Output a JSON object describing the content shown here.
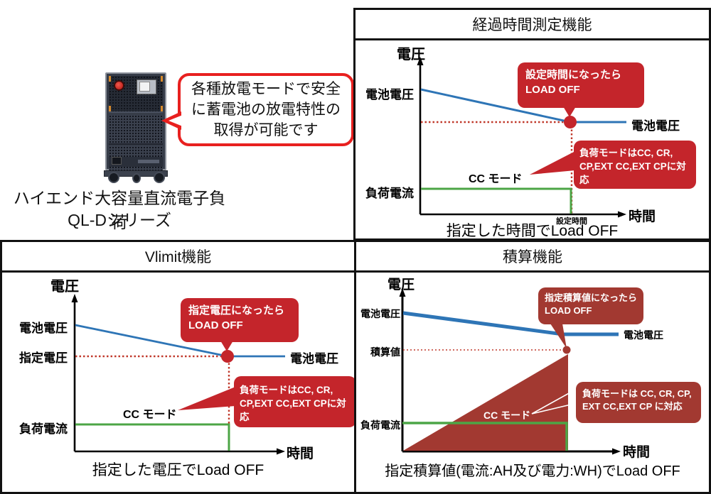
{
  "colors": {
    "bright_red": "#c4252b",
    "brick_red": "#a23931",
    "blue_line": "#2e75b6",
    "green_line": "#4ca546",
    "dotted_red": "#c0392b",
    "bubble_border_red": "#e8201f",
    "panel_border": "#111111"
  },
  "product": {
    "bubble": [
      "各種放電モードで安全",
      "に蓄電池の放電特性の",
      "取得が可能です"
    ],
    "caption": [
      "ハイエンド大容量直流電子負荷",
      "QL-Dシリーズ"
    ]
  },
  "panels": {
    "time": {
      "title": "経過時間測定機能",
      "y_label": "電圧",
      "x_label": "時間",
      "batt_left": "電池電圧",
      "batt_right": "電池電圧",
      "load_current": "負荷電流",
      "cc_mode": "CC モード",
      "x_tick": "設定時間",
      "callout_event": [
        "設定時間になったら",
        "LOAD OFF"
      ],
      "callout_mode": [
        "負荷モードはCC, CR,",
        "CP,EXT CC,EXT CPに対応"
      ],
      "caption": "指定した時間でLoad OFF"
    },
    "vlimit": {
      "title": "Vlimit機能",
      "y_label": "電圧",
      "x_label": "時間",
      "batt_left": "電池電圧",
      "set_voltage": "指定電圧",
      "batt_right": "電池電圧",
      "load_current": "負荷電流",
      "cc_mode": "CC モード",
      "callout_event": [
        "指定電圧になったら",
        "LOAD OFF"
      ],
      "callout_mode": [
        "負荷モードはCC, CR,",
        "CP,EXT CC,EXT CPに対応"
      ],
      "caption": "指定した電圧でLoad OFF"
    },
    "integral": {
      "title": "積算機能",
      "y_label": "電圧",
      "x_label": "時間",
      "batt_left": "電池電圧",
      "integral_value": "積算値",
      "batt_right": "電池電圧",
      "load_current": "負荷電流",
      "cc_mode": "CC モード",
      "callout_event": [
        "指定積算値になったら",
        "LOAD OFF"
      ],
      "callout_mode": [
        "負荷モードは CC, CR, CP,",
        "EXT CC,EXT CP に対応"
      ],
      "caption": "指定積算値(電流:AH及び電力:WH)でLoad OFF"
    }
  },
  "chart_data": [
    {
      "type": "line",
      "title": "経過時間測定機能",
      "xlabel": "時間",
      "ylabel": "電圧",
      "x_tick_labels": [
        "設定時間"
      ],
      "series": [
        {
          "name": "電池電圧",
          "color": "#2e75b6",
          "points_rel": [
            [
              0,
              0.83
            ],
            [
              0.73,
              0.61
            ],
            [
              1.0,
              0.61
            ]
          ]
        },
        {
          "name": "負荷電流 (CC モード)",
          "color": "#4ca546",
          "points_rel": [
            [
              0,
              0.17
            ],
            [
              0.73,
              0.17
            ],
            [
              0.73,
              0.0
            ]
          ]
        }
      ],
      "annotation": "設定時間になったら LOAD OFF",
      "caption": "指定した時間でLoad OFF",
      "grid": false,
      "legend_position": "none"
    },
    {
      "type": "line",
      "title": "Vlimit機能",
      "xlabel": "時間",
      "ylabel": "電圧",
      "y_tick_labels": [
        "電池電圧",
        "指定電圧",
        "負荷電流"
      ],
      "series": [
        {
          "name": "電池電圧",
          "color": "#2e75b6",
          "points_rel": [
            [
              0,
              0.84
            ],
            [
              0.75,
              0.63
            ],
            [
              1.0,
              0.63
            ]
          ]
        },
        {
          "name": "負荷電流 (CC モード)",
          "color": "#4ca546",
          "points_rel": [
            [
              0,
              0.18
            ],
            [
              0.75,
              0.18
            ],
            [
              0.75,
              0.0
            ]
          ]
        }
      ],
      "annotation": "指定電圧になったら LOAD OFF",
      "caption": "指定した電圧でLoad OFF",
      "grid": false,
      "legend_position": "none"
    },
    {
      "type": "line",
      "title": "積算機能",
      "xlabel": "時間",
      "ylabel": "電圧",
      "y_tick_labels": [
        "電池電圧",
        "積算値",
        "負荷電流"
      ],
      "series": [
        {
          "name": "電池電圧",
          "color": "#2e75b6",
          "points_rel": [
            [
              0,
              0.89
            ],
            [
              0.76,
              0.75
            ],
            [
              1.0,
              0.75
            ]
          ]
        },
        {
          "name": "負荷電流 (CC モード)",
          "color": "#4ca546",
          "points_rel": [
            [
              0,
              0.18
            ],
            [
              0.78,
              0.18
            ],
            [
              0.78,
              0.0
            ]
          ]
        },
        {
          "name": "積算値 (面積)",
          "color": "#a23931",
          "points_rel": [
            [
              0,
              0.0
            ],
            [
              0.78,
              0.62
            ],
            [
              0.78,
              0.0
            ]
          ],
          "fill": true
        }
      ],
      "annotation": "指定積算値になったら LOAD OFF",
      "caption": "指定積算値(電流:AH及び電力:WH)でLoad OFF",
      "grid": false,
      "legend_position": "none"
    }
  ]
}
